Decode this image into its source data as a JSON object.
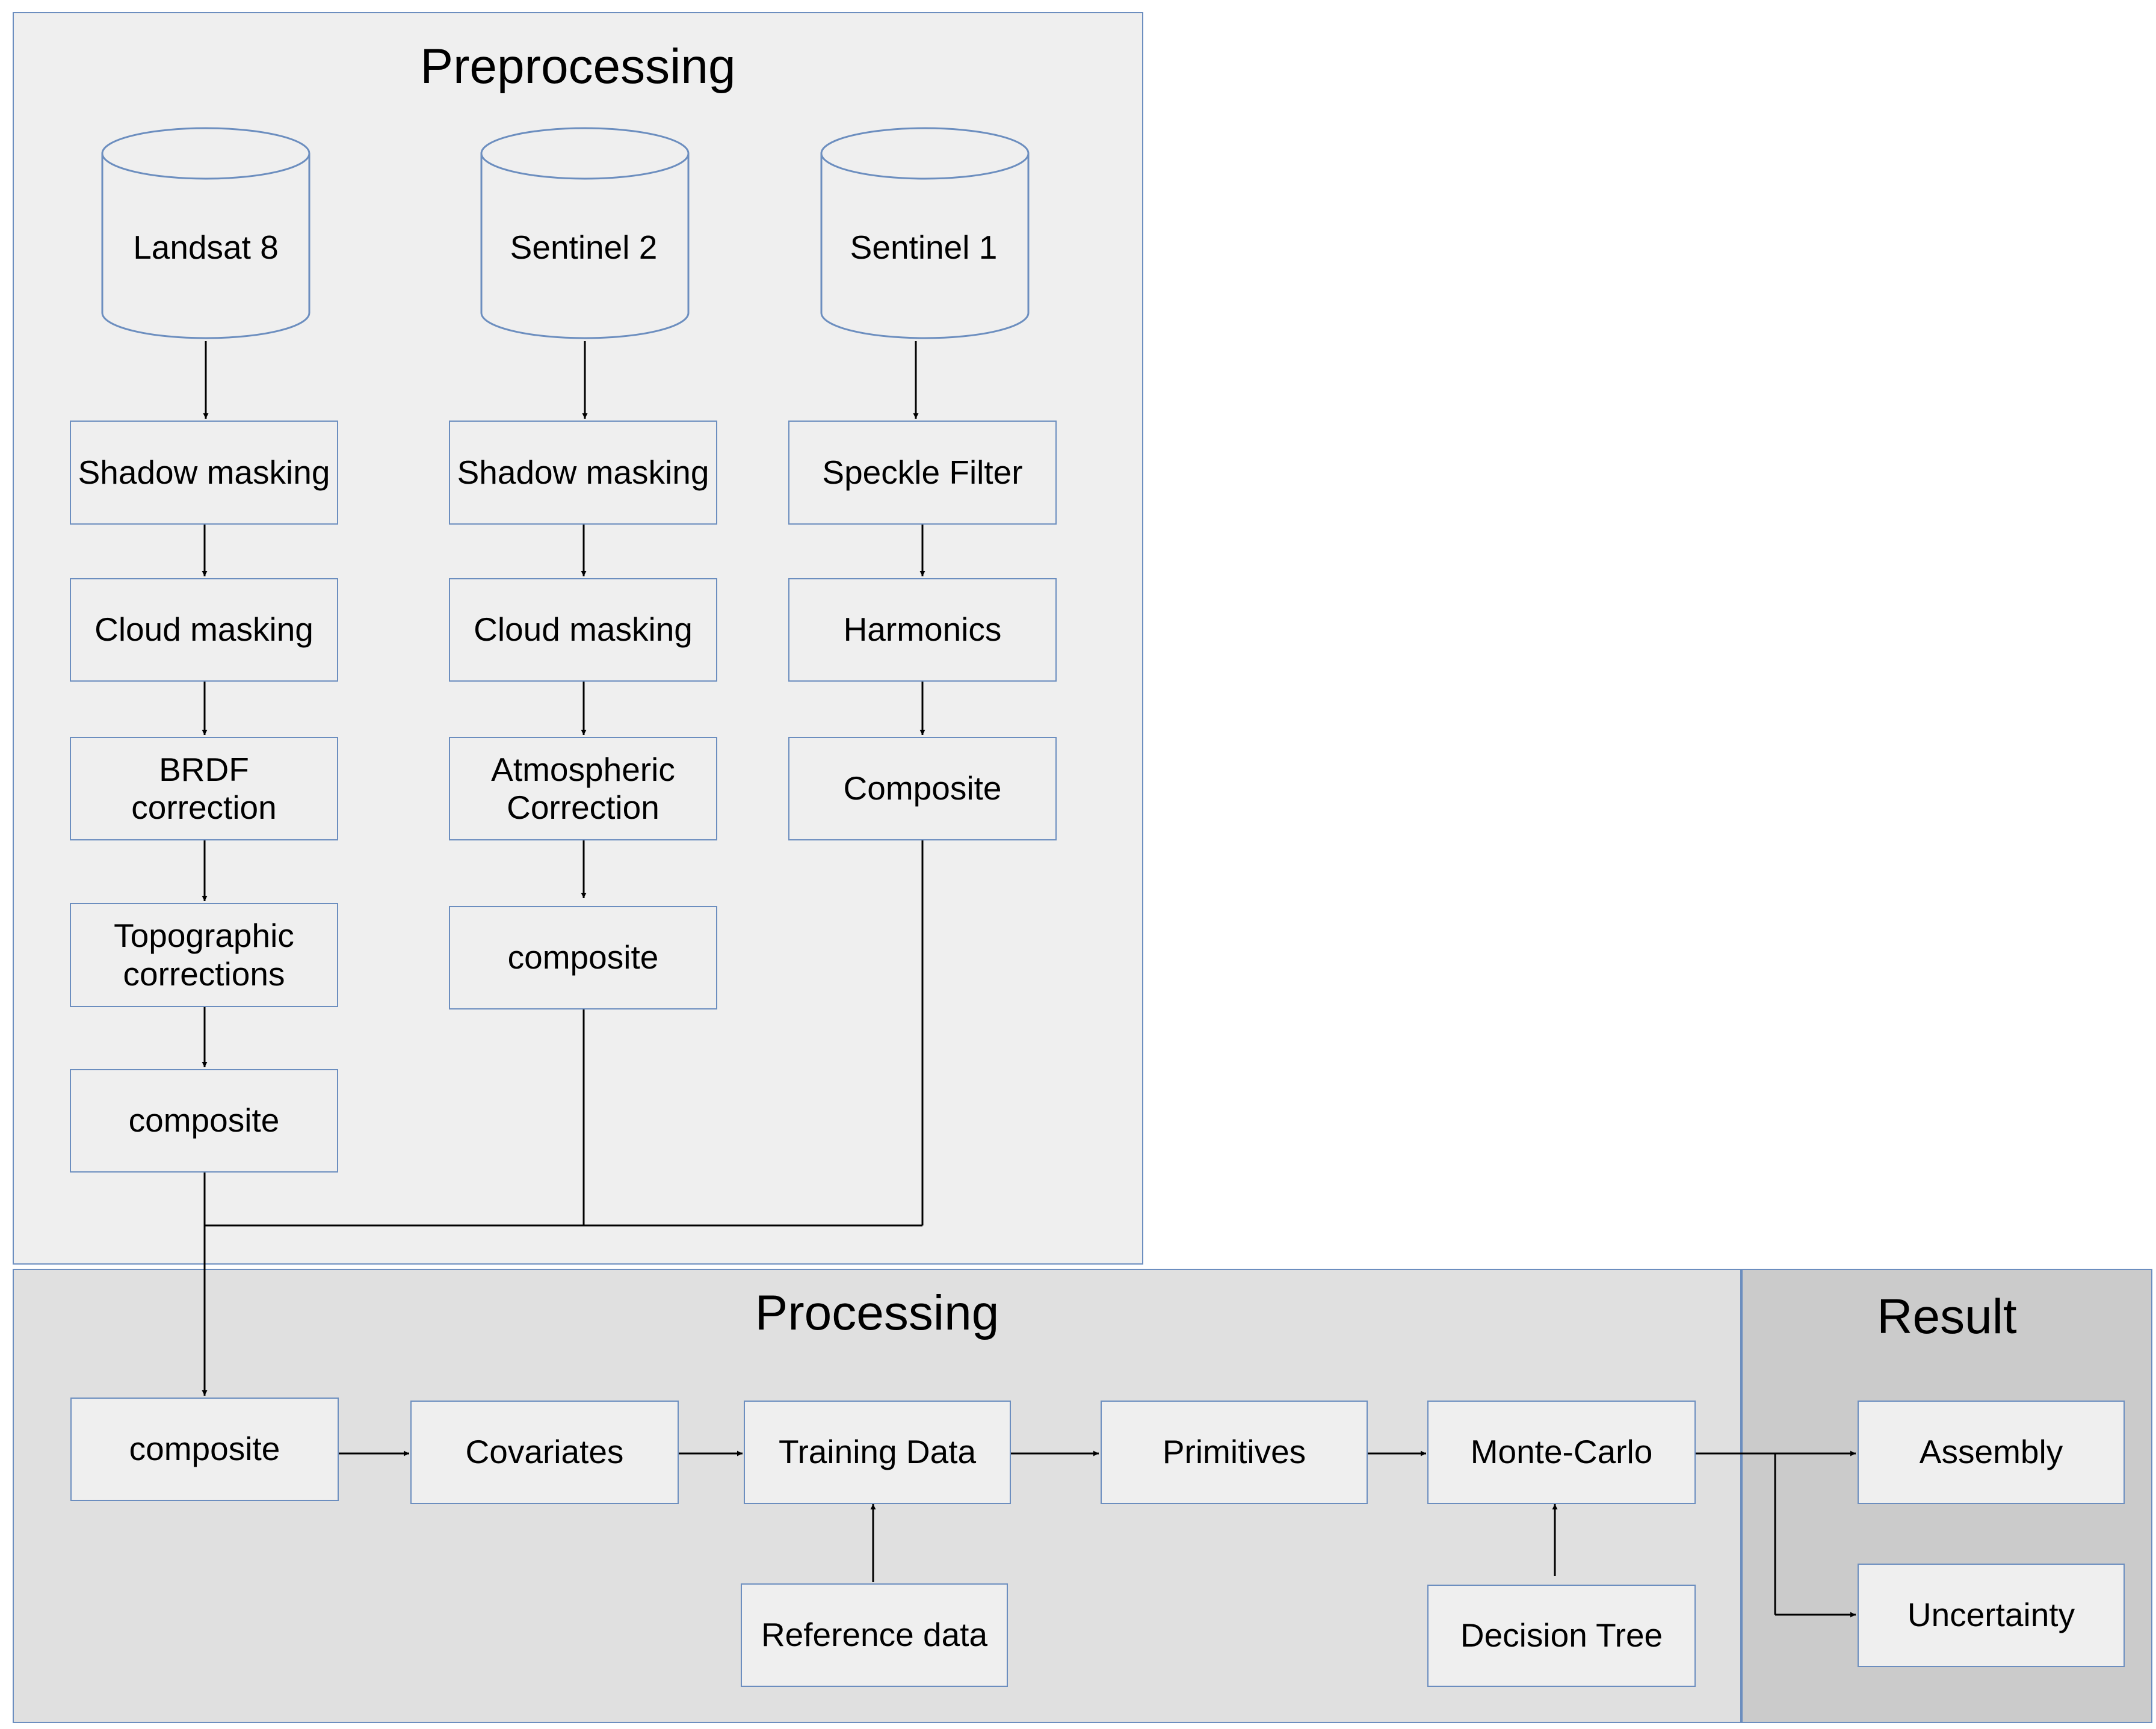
{
  "sections": {
    "preprocessing": "Preprocessing",
    "processing": "Processing",
    "result": "Result"
  },
  "sources": {
    "landsat": "Landsat 8",
    "sentinel2": "Sentinel 2",
    "sentinel1": "Sentinel 1"
  },
  "landsat_steps": {
    "shadow": "Shadow masking",
    "cloud": "Cloud masking",
    "brdf": "BRDF\ncorrection",
    "topo": "Topographic\ncorrections",
    "composite": "composite"
  },
  "sentinel2_steps": {
    "shadow": "Shadow masking",
    "cloud": "Cloud masking",
    "atmo": "Atmospheric\nCorrection",
    "composite": "composite"
  },
  "sentinel1_steps": {
    "speckle": "Speckle Filter",
    "harmonics": "Harmonics",
    "composite": "Composite"
  },
  "processing_steps": {
    "composite": "composite",
    "covariates": "Covariates",
    "training": "Training Data",
    "primitives": "Primitives",
    "montecarlo": "Monte-Carlo",
    "reference": "Reference data",
    "decision": "Decision Tree"
  },
  "result_steps": {
    "assembly": "Assembly",
    "uncertainty": "Uncertainty"
  },
  "colors": {
    "box_border": "#6c8ebf",
    "preprocessing_bg": "#efefef",
    "processing_bg": "#e0e0e0",
    "result_bg": "#cbcbcb"
  }
}
